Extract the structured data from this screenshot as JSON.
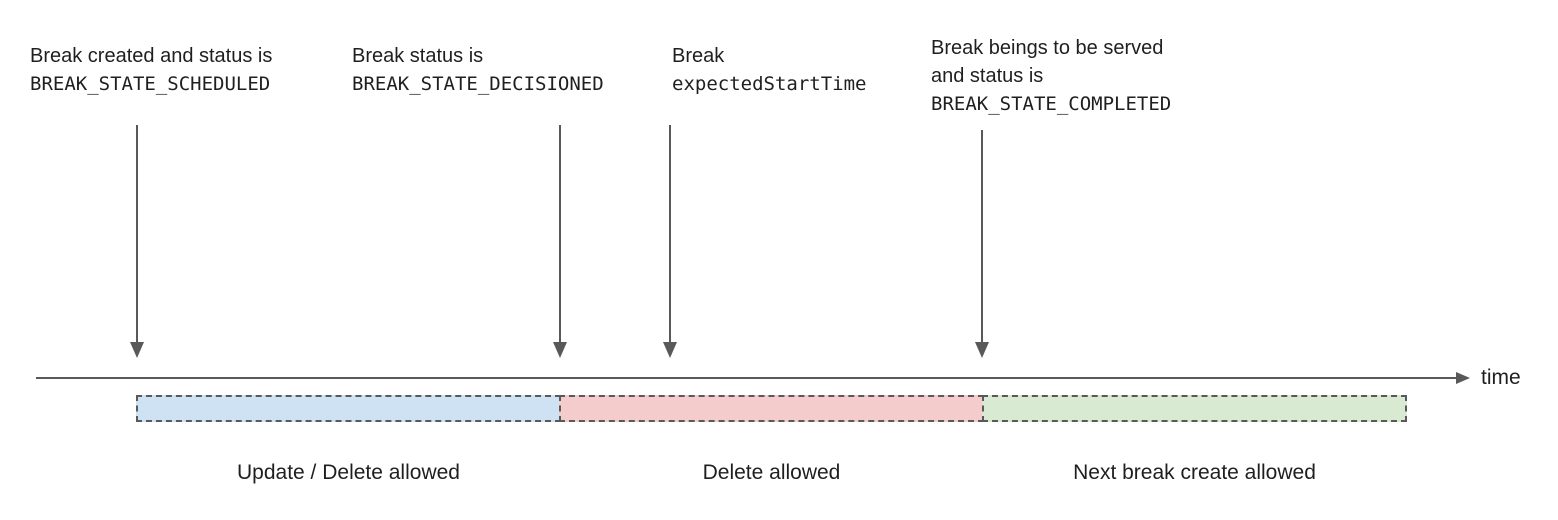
{
  "diagram": {
    "annotations": [
      {
        "sans": "Break created and status is",
        "mono": "BREAK_STATE_SCHEDULED"
      },
      {
        "sans": "Break status is",
        "mono": "BREAK_STATE_DECISIONED"
      },
      {
        "sans": "Break",
        "mono": "expectedStartTime"
      },
      {
        "sans": "Break beings to be served\nand status is",
        "mono": "BREAK_STATE_COMPLETED"
      }
    ],
    "timeline": {
      "axis_label": "time"
    },
    "segments": [
      {
        "label": "Update / Delete allowed",
        "fill": "#cfe2f3"
      },
      {
        "label": "Delete allowed",
        "fill": "#f4cccc"
      },
      {
        "label": "Next break create allowed",
        "fill": "#d9ead3"
      }
    ],
    "colors": {
      "line": "#595959",
      "segment_border": "#595959",
      "text": "#1f1f1f"
    }
  }
}
